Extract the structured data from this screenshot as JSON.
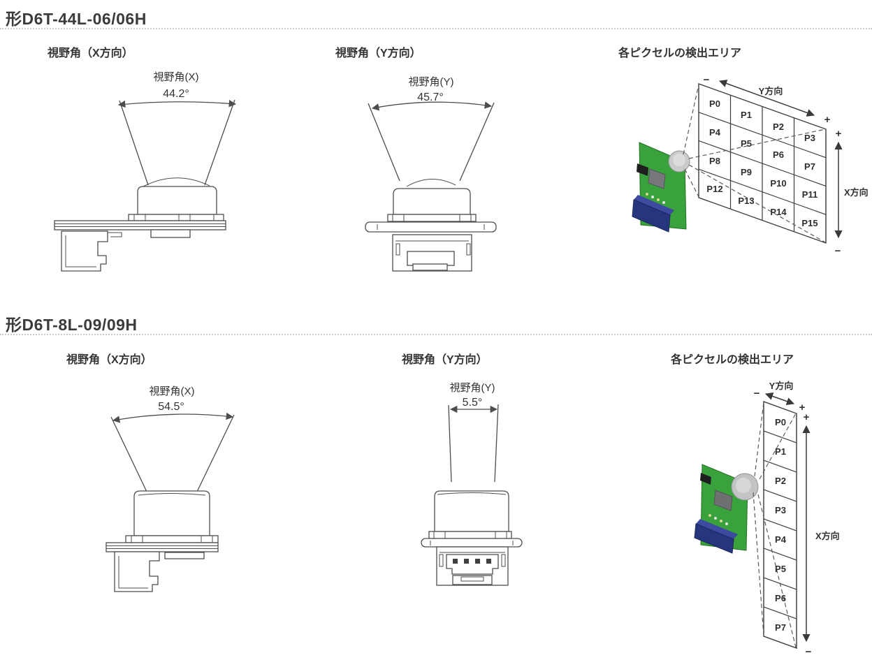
{
  "colors": {
    "pcb_green": "#3aa23c",
    "pcb_green_edge": "#237023",
    "connector_blue": "#27357f",
    "connector_blue_top": "#3c4ba0",
    "lens_gray": "#c9cacc",
    "chip_gray": "#76777a",
    "line_gray": "#4d4d4d",
    "text_dark": "#333333"
  },
  "sections": [
    {
      "model": "形D6T-44L-06/06H",
      "headings": {
        "x": "視野角（X方向）",
        "y": "視野角（Y方向）",
        "pixels": "各ピクセルの検出エリア"
      },
      "fov_x": {
        "label": "視野角(X)",
        "angle": "44.2°"
      },
      "fov_y": {
        "label": "視野角(Y)",
        "angle": "45.7°"
      },
      "pixel_area": {
        "y_axis": "Y方向",
        "x_axis": "X方向",
        "plus": "+",
        "minus": "−",
        "cells": [
          "P0",
          "P1",
          "P2",
          "P3",
          "P4",
          "P5",
          "P6",
          "P7",
          "P8",
          "P9",
          "P10",
          "P11",
          "P12",
          "P13",
          "P14",
          "P15"
        ]
      }
    },
    {
      "model": "形D6T-8L-09/09H",
      "headings": {
        "x": "視野角（X方向）",
        "y": "視野角（Y方向）",
        "pixels": "各ピクセルの検出エリア"
      },
      "fov_x": {
        "label": "視野角(X)",
        "angle": "54.5°"
      },
      "fov_y": {
        "label": "視野角(Y)",
        "angle": "5.5°"
      },
      "pixel_area": {
        "y_axis": "Y方向",
        "x_axis": "X方向",
        "plus": "+",
        "minus": "−",
        "cells": [
          "P0",
          "P1",
          "P2",
          "P3",
          "P4",
          "P5",
          "P6",
          "P7"
        ]
      }
    }
  ]
}
